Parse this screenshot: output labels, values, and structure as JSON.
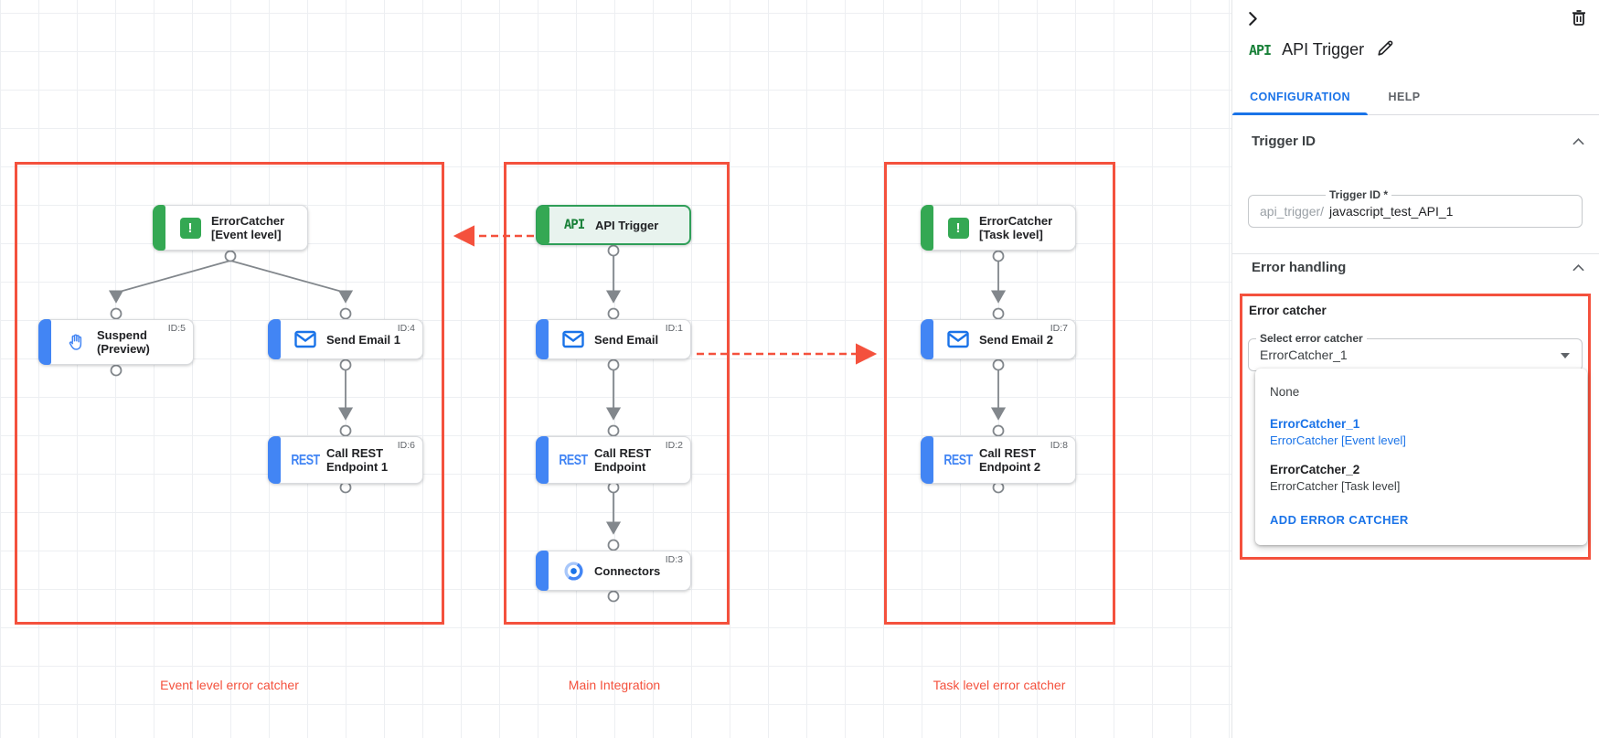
{
  "colors": {
    "red": "#f4513d",
    "green": "#34a853",
    "blue": "#4285f4",
    "link_blue": "#1a73e8",
    "dot_red": "#dd2d1c"
  },
  "canvas": {
    "groups": [
      {
        "label": "Event level error catcher"
      },
      {
        "label": "Main Integration"
      },
      {
        "label": "Task level error catcher"
      }
    ],
    "nodes": [
      {
        "label": "ErrorCatcher",
        "label2": "[Event level]",
        "icon": "error-catcher",
        "id": ""
      },
      {
        "label": "Suspend",
        "label2": "(Preview)",
        "icon": "suspend-hand",
        "id": "ID:5"
      },
      {
        "label": "Send Email 1",
        "icon": "email",
        "id": "ID:4"
      },
      {
        "label": "Call REST",
        "label2": "Endpoint 1",
        "icon": "rest",
        "id": "ID:6"
      },
      {
        "label": "API Trigger",
        "icon": "api",
        "id": ""
      },
      {
        "label": "Send Email",
        "icon": "email",
        "id": "ID:1"
      },
      {
        "label": "Call REST",
        "label2": "Endpoint",
        "icon": "rest",
        "id": "ID:2"
      },
      {
        "label": "Connectors",
        "icon": "connectors",
        "id": "ID:3"
      },
      {
        "label": "ErrorCatcher",
        "label2": "[Task level]",
        "icon": "error-catcher",
        "id": ""
      },
      {
        "label": "Send Email 2",
        "icon": "email",
        "id": "ID:7"
      },
      {
        "label": "Call REST",
        "label2": "Endpoint 2",
        "icon": "rest",
        "id": "ID:8"
      }
    ]
  },
  "panel": {
    "badge": "API",
    "title": "API Trigger",
    "tabs": [
      {
        "label": "CONFIGURATION"
      },
      {
        "label": "HELP"
      }
    ],
    "trigger_id": {
      "section_title": "Trigger ID",
      "field_label": "Trigger ID *",
      "field_prefix": "api_trigger/",
      "field_value": "javascript_test_API_1"
    },
    "error_handling": {
      "section_title": "Error handling",
      "error_catcher_label": "Error catcher",
      "select_label": "Select error catcher",
      "select_value": "ErrorCatcher_1",
      "dropdown": {
        "none_option": "None",
        "options": [
          {
            "name": "ErrorCatcher_1",
            "sub": "ErrorCatcher [Event level]"
          },
          {
            "name": "ErrorCatcher_2",
            "sub": "ErrorCatcher [Task level]"
          }
        ],
        "add_action": "ADD ERROR CATCHER"
      }
    }
  }
}
